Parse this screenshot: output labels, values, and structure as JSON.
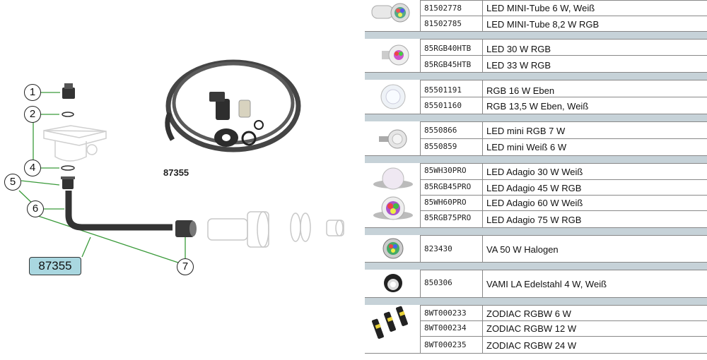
{
  "diagram": {
    "callouts": [
      "1",
      "2",
      "4",
      "5",
      "6",
      "7"
    ],
    "kit_badge": "87355",
    "kit_label": "87355"
  },
  "products": [
    {
      "image": "led-mini-tube-icon",
      "items": [
        {
          "code": "81502778",
          "desc": "LED MINI-Tube 6 W, Weiß"
        },
        {
          "code": "81502785",
          "desc": "LED MINI-Tube 8,2 W RGB"
        }
      ]
    },
    {
      "image": "led-30w-rgb-icon",
      "items": [
        {
          "code": "85RGB40HTB",
          "desc": "LED 30 W RGB"
        },
        {
          "code": "85RGB45HTB",
          "desc": "LED 33 W RGB"
        }
      ]
    },
    {
      "image": "rgb-eben-icon",
      "items": [
        {
          "code": "85501191",
          "desc": "RGB 16 W  Eben"
        },
        {
          "code": "85501160",
          "desc": "RGB 13,5 W Eben, Weiß"
        }
      ]
    },
    {
      "image": "led-mini-rgb-icon",
      "items": [
        {
          "code": "8550866",
          "desc": "LED mini RGB 7 W"
        },
        {
          "code": "8550859",
          "desc": "LED mini Weiß 6 W"
        }
      ]
    },
    {
      "image": "led-adagio-icon",
      "items": [
        {
          "code": "85WH30PRO",
          "desc": "LED Adagio 30 W Weiß"
        },
        {
          "code": "85RGB45PRO",
          "desc": "LED Adagio 45 W RGB"
        },
        {
          "code": "85WH60PRO",
          "desc": "LED Adagio 60 W Weiß"
        },
        {
          "code": "85RGB75PRO",
          "desc": "LED Adagio 75 W RGB"
        }
      ]
    },
    {
      "image": "va50-halogen-icon",
      "items": [
        {
          "code": "823430",
          "desc": "VA 50 W Halogen"
        }
      ]
    },
    {
      "image": "vamila-icon",
      "items": [
        {
          "code": "850306",
          "desc": "VAMI LA Edelstahl 4 W, Weiß"
        }
      ]
    },
    {
      "image": "zodiac-rgbw-icon",
      "items": [
        {
          "code": "8WT000233",
          "desc": "ZODIAC RGBW 6 W"
        },
        {
          "code": "8WT000234",
          "desc": "ZODIAC RGBW 12 W"
        },
        {
          "code": "8WT000235",
          "desc": "ZODIAC RGBW 24 W"
        }
      ]
    }
  ]
}
